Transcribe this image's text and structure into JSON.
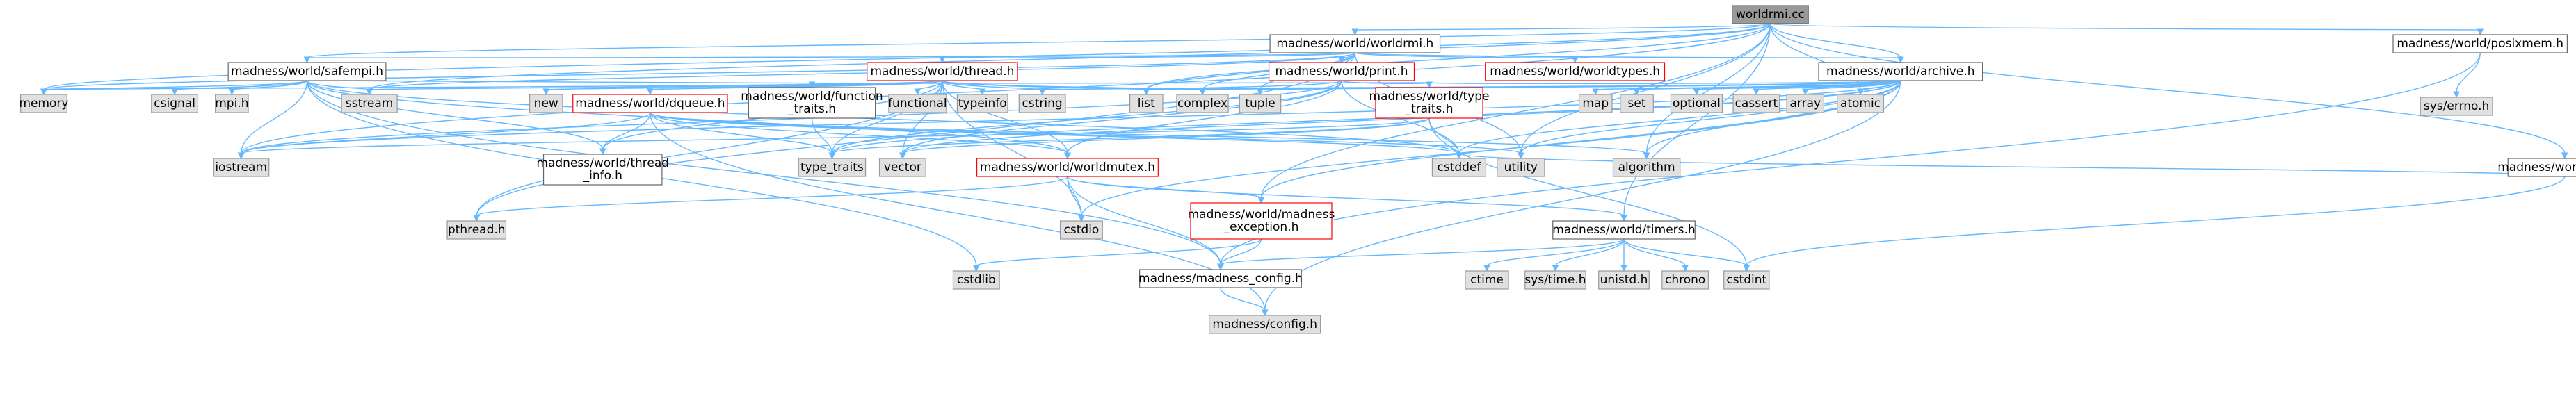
{
  "colors": {
    "background": "#ffffff",
    "edge": "#63b8ff",
    "root_fill": "#999999",
    "root_stroke": "#666666",
    "file_fill": "#ffffff",
    "file_stroke": "#666666",
    "system_fill": "#e0e0e0",
    "system_stroke": "#999999",
    "truncated_stroke": "#ff0000",
    "text": "#000000"
  },
  "nodes": [
    {
      "id": "worldrmi_cc",
      "lines": [
        "worldrmi.cc"
      ],
      "kind": "root"
    },
    {
      "id": "worldrmi_h",
      "lines": [
        "madness/world/worldrmi.h"
      ],
      "kind": "file"
    },
    {
      "id": "posixmem_h",
      "lines": [
        "madness/world/posixmem.h"
      ],
      "kind": "file"
    },
    {
      "id": "safempi_h",
      "lines": [
        "madness/world/safempi.h"
      ],
      "kind": "file"
    },
    {
      "id": "thread_h",
      "lines": [
        "madness/world/thread.h"
      ],
      "kind": "truncated"
    },
    {
      "id": "print_h",
      "lines": [
        "madness/world/print.h"
      ],
      "kind": "truncated"
    },
    {
      "id": "worldtypes_h",
      "lines": [
        "madness/world/worldtypes.h"
      ],
      "kind": "truncated"
    },
    {
      "id": "archive_h",
      "lines": [
        "madness/world/archive.h"
      ],
      "kind": "file"
    },
    {
      "id": "sys_errno_h",
      "lines": [
        "sys/errno.h"
      ],
      "kind": "system"
    },
    {
      "id": "units_h",
      "lines": [
        "madness/world/units.h"
      ],
      "kind": "file"
    },
    {
      "id": "memory",
      "lines": [
        "memory"
      ],
      "kind": "system"
    },
    {
      "id": "csignal",
      "lines": [
        "csignal"
      ],
      "kind": "system"
    },
    {
      "id": "mpi_h",
      "lines": [
        "mpi.h"
      ],
      "kind": "system"
    },
    {
      "id": "sstream",
      "lines": [
        "sstream"
      ],
      "kind": "system"
    },
    {
      "id": "new",
      "lines": [
        "new"
      ],
      "kind": "system"
    },
    {
      "id": "dqueue_h",
      "lines": [
        "madness/world/dqueue.h"
      ],
      "kind": "truncated"
    },
    {
      "id": "function_traits_h",
      "lines": [
        "madness/world/function",
        "_traits.h"
      ],
      "kind": "file"
    },
    {
      "id": "functional",
      "lines": [
        "functional"
      ],
      "kind": "system"
    },
    {
      "id": "typeinfo",
      "lines": [
        "typeinfo"
      ],
      "kind": "system"
    },
    {
      "id": "cstring",
      "lines": [
        "cstring"
      ],
      "kind": "system"
    },
    {
      "id": "list",
      "lines": [
        "list"
      ],
      "kind": "system"
    },
    {
      "id": "complex",
      "lines": [
        "complex"
      ],
      "kind": "system"
    },
    {
      "id": "tuple",
      "lines": [
        "tuple"
      ],
      "kind": "system"
    },
    {
      "id": "type_traits_h",
      "lines": [
        "madness/world/type",
        "_traits.h"
      ],
      "kind": "truncated"
    },
    {
      "id": "map",
      "lines": [
        "map"
      ],
      "kind": "system"
    },
    {
      "id": "set",
      "lines": [
        "set"
      ],
      "kind": "system"
    },
    {
      "id": "optional",
      "lines": [
        "optional"
      ],
      "kind": "system"
    },
    {
      "id": "cassert",
      "lines": [
        "cassert"
      ],
      "kind": "system"
    },
    {
      "id": "array",
      "lines": [
        "array"
      ],
      "kind": "system"
    },
    {
      "id": "atomic",
      "lines": [
        "atomic"
      ],
      "kind": "system"
    },
    {
      "id": "iostream",
      "lines": [
        "iostream"
      ],
      "kind": "system"
    },
    {
      "id": "thread_info_h",
      "lines": [
        "madness/world/thread",
        "_info.h"
      ],
      "kind": "file"
    },
    {
      "id": "type_traits",
      "lines": [
        "type_traits"
      ],
      "kind": "system"
    },
    {
      "id": "vector",
      "lines": [
        "vector"
      ],
      "kind": "system"
    },
    {
      "id": "cstddef",
      "lines": [
        "cstddef"
      ],
      "kind": "system"
    },
    {
      "id": "utility",
      "lines": [
        "utility"
      ],
      "kind": "system"
    },
    {
      "id": "algorithm",
      "lines": [
        "algorithm"
      ],
      "kind": "system"
    },
    {
      "id": "worldmutex_h",
      "lines": [
        "madness/world/worldmutex.h"
      ],
      "kind": "truncated"
    },
    {
      "id": "pthread_h",
      "lines": [
        "pthread.h"
      ],
      "kind": "system"
    },
    {
      "id": "cstdio",
      "lines": [
        "cstdio"
      ],
      "kind": "system"
    },
    {
      "id": "madness_exception_h",
      "lines": [
        "madness/world/madness",
        "_exception.h"
      ],
      "kind": "truncated"
    },
    {
      "id": "timers_h",
      "lines": [
        "madness/world/timers.h"
      ],
      "kind": "file"
    },
    {
      "id": "cstdlib",
      "lines": [
        "cstdlib"
      ],
      "kind": "system"
    },
    {
      "id": "madness_config_h",
      "lines": [
        "madness/madness_config.h"
      ],
      "kind": "file"
    },
    {
      "id": "ctime",
      "lines": [
        "ctime"
      ],
      "kind": "system"
    },
    {
      "id": "sys_time_h",
      "lines": [
        "sys/time.h"
      ],
      "kind": "system"
    },
    {
      "id": "unistd_h",
      "lines": [
        "unistd.h"
      ],
      "kind": "system"
    },
    {
      "id": "chrono",
      "lines": [
        "chrono"
      ],
      "kind": "system"
    },
    {
      "id": "cstdint",
      "lines": [
        "cstdint"
      ],
      "kind": "system"
    },
    {
      "id": "config_h",
      "lines": [
        "madness/config.h"
      ],
      "kind": "system"
    }
  ],
  "edges": [
    [
      "worldrmi_cc",
      "worldrmi_h"
    ],
    [
      "worldrmi_cc",
      "posixmem_h"
    ],
    [
      "worldrmi_cc",
      "safempi_h"
    ],
    [
      "worldrmi_cc",
      "archive_h"
    ],
    [
      "worldrmi_cc",
      "units_h"
    ],
    [
      "worldrmi_cc",
      "memory"
    ],
    [
      "worldrmi_cc",
      "sstream"
    ],
    [
      "worldrmi_cc",
      "list"
    ],
    [
      "worldrmi_cc",
      "atomic"
    ],
    [
      "worldrmi_cc",
      "iostream"
    ],
    [
      "worldrmi_cc",
      "utility"
    ],
    [
      "worldrmi_cc",
      "algorithm"
    ],
    [
      "worldrmi_cc",
      "timers_h"
    ],
    [
      "worldrmi_cc",
      "madness_exception_h"
    ],
    [
      "worldrmi_h",
      "safempi_h"
    ],
    [
      "worldrmi_h",
      "thread_h"
    ],
    [
      "worldrmi_h",
      "print_h"
    ],
    [
      "worldrmi_h",
      "worldtypes_h"
    ],
    [
      "worldrmi_h",
      "archive_h"
    ],
    [
      "worldrmi_h",
      "memory"
    ],
    [
      "worldrmi_h",
      "sstream"
    ],
    [
      "worldrmi_h",
      "list"
    ],
    [
      "worldrmi_h",
      "complex"
    ],
    [
      "worldrmi_h",
      "utility"
    ],
    [
      "worldrmi_h",
      "pthread_h"
    ],
    [
      "worldrmi_h",
      "tuple"
    ],
    [
      "posixmem_h",
      "sys_errno_h"
    ],
    [
      "posixmem_h",
      "madness_config_h"
    ],
    [
      "safempi_h",
      "memory"
    ],
    [
      "safempi_h",
      "csignal"
    ],
    [
      "safempi_h",
      "mpi_h"
    ],
    [
      "safempi_h",
      "sstream"
    ],
    [
      "safempi_h",
      "iostream"
    ],
    [
      "safempi_h",
      "thread_info_h"
    ],
    [
      "safempi_h",
      "cstdlib"
    ],
    [
      "safempi_h",
      "madness_config_h"
    ],
    [
      "safempi_h",
      "type_traits_h"
    ],
    [
      "safempi_h",
      "worldmutex_h"
    ],
    [
      "safempi_h",
      "cstddef"
    ],
    [
      "thread_h",
      "sstream"
    ],
    [
      "thread_h",
      "new"
    ],
    [
      "thread_h",
      "dqueue_h"
    ],
    [
      "thread_h",
      "function_traits_h"
    ],
    [
      "thread_h",
      "functional"
    ],
    [
      "thread_h",
      "typeinfo"
    ],
    [
      "thread_h",
      "cstring"
    ],
    [
      "thread_h",
      "list"
    ],
    [
      "thread_h",
      "type_traits"
    ],
    [
      "thread_h",
      "vector"
    ],
    [
      "thread_h",
      "thread_info_h"
    ],
    [
      "thread_h",
      "pthread_h"
    ],
    [
      "thread_h",
      "cstdio"
    ],
    [
      "thread_h",
      "worldmutex_h"
    ],
    [
      "thread_h",
      "memory"
    ],
    [
      "thread_h",
      "complex"
    ],
    [
      "print_h",
      "list"
    ],
    [
      "print_h",
      "type_traits_h"
    ],
    [
      "print_h",
      "iostream"
    ],
    [
      "print_h",
      "type_traits"
    ],
    [
      "print_h",
      "vector"
    ],
    [
      "print_h",
      "worldmutex_h"
    ],
    [
      "print_h",
      "cstddef"
    ],
    [
      "archive_h",
      "list"
    ],
    [
      "archive_h",
      "complex"
    ],
    [
      "archive_h",
      "tuple"
    ],
    [
      "archive_h",
      "type_traits_h"
    ],
    [
      "archive_h",
      "map"
    ],
    [
      "archive_h",
      "set"
    ],
    [
      "archive_h",
      "optional"
    ],
    [
      "archive_h",
      "cassert"
    ],
    [
      "archive_h",
      "array"
    ],
    [
      "archive_h",
      "atomic"
    ],
    [
      "archive_h",
      "iostream"
    ],
    [
      "archive_h",
      "type_traits"
    ],
    [
      "archive_h",
      "vector"
    ],
    [
      "archive_h",
      "cstddef"
    ],
    [
      "archive_h",
      "utility"
    ],
    [
      "archive_h",
      "algorithm"
    ],
    [
      "archive_h",
      "cstring"
    ],
    [
      "archive_h",
      "madness_exception_h"
    ],
    [
      "archive_h",
      "config_h"
    ],
    [
      "archive_h",
      "cstdio"
    ],
    [
      "units_h",
      "cstdint"
    ],
    [
      "units_h",
      "cstddef"
    ],
    [
      "dqueue_h",
      "iostream"
    ],
    [
      "dqueue_h",
      "thread_info_h"
    ],
    [
      "dqueue_h",
      "type_traits"
    ],
    [
      "dqueue_h",
      "utility"
    ],
    [
      "dqueue_h",
      "algorithm"
    ],
    [
      "dqueue_h",
      "worldmutex_h"
    ],
    [
      "dqueue_h",
      "config_h"
    ],
    [
      "dqueue_h",
      "cstddef"
    ],
    [
      "function_traits_h",
      "type_traits"
    ],
    [
      "type_traits_h",
      "type_traits"
    ],
    [
      "type_traits_h",
      "vector"
    ],
    [
      "type_traits_h",
      "cstddef"
    ],
    [
      "type_traits_h",
      "cstdint"
    ],
    [
      "type_traits_h",
      "iostream"
    ],
    [
      "worldmutex_h",
      "pthread_h"
    ],
    [
      "worldmutex_h",
      "cstdio"
    ],
    [
      "worldmutex_h",
      "madness_exception_h"
    ],
    [
      "worldmutex_h",
      "timers_h"
    ],
    [
      "worldmutex_h",
      "madness_config_h"
    ],
    [
      "madness_exception_h",
      "cstdlib"
    ],
    [
      "madness_exception_h",
      "madness_config_h"
    ],
    [
      "timers_h",
      "ctime"
    ],
    [
      "timers_h",
      "sys_time_h"
    ],
    [
      "timers_h",
      "unistd_h"
    ],
    [
      "timers_h",
      "chrono"
    ],
    [
      "timers_h",
      "cstdint"
    ],
    [
      "timers_h",
      "madness_config_h"
    ],
    [
      "madness_config_h",
      "config_h"
    ]
  ]
}
